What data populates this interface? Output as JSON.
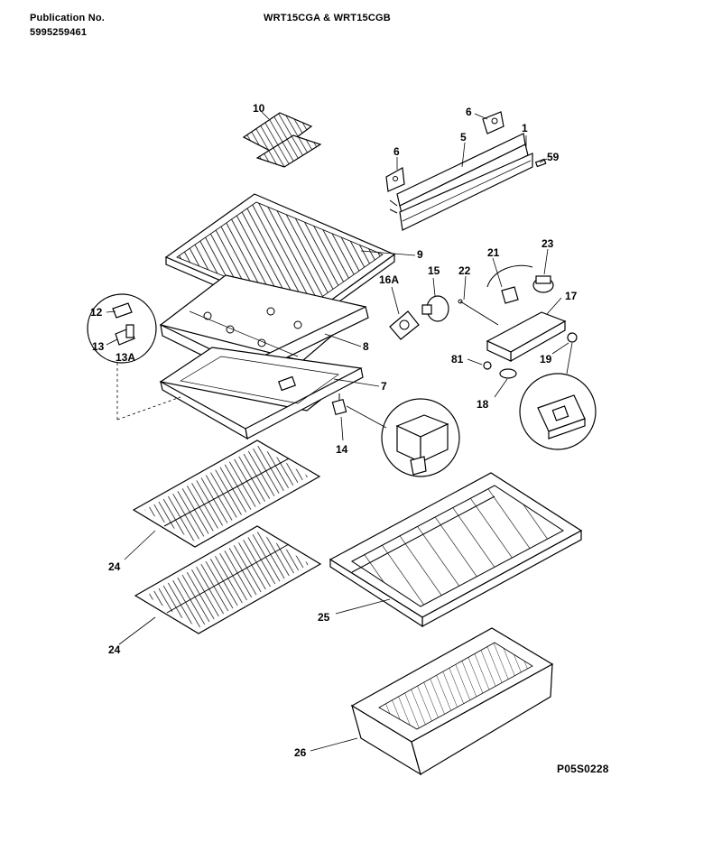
{
  "header": {
    "publication_label": "Publication No.",
    "publication_number": "5995259461",
    "model_title": "WRT15CGA & WRT15CGB"
  },
  "footer": {
    "drawing_code": "P05S0228"
  },
  "callouts": {
    "c10": "10",
    "c6a": "6",
    "c1": "1",
    "c5": "5",
    "c6b": "6",
    "c59": "59",
    "c9": "9",
    "c21": "21",
    "c23": "23",
    "c16a": "16A",
    "c15": "15",
    "c22": "22",
    "c17": "17",
    "c12": "12",
    "c13": "13",
    "c13a": "13A",
    "c8": "8",
    "c81": "81",
    "c19": "19",
    "c7": "7",
    "c18": "18",
    "c14": "14",
    "c24a": "24",
    "c24b": "24",
    "c25": "25",
    "c26": "26"
  }
}
